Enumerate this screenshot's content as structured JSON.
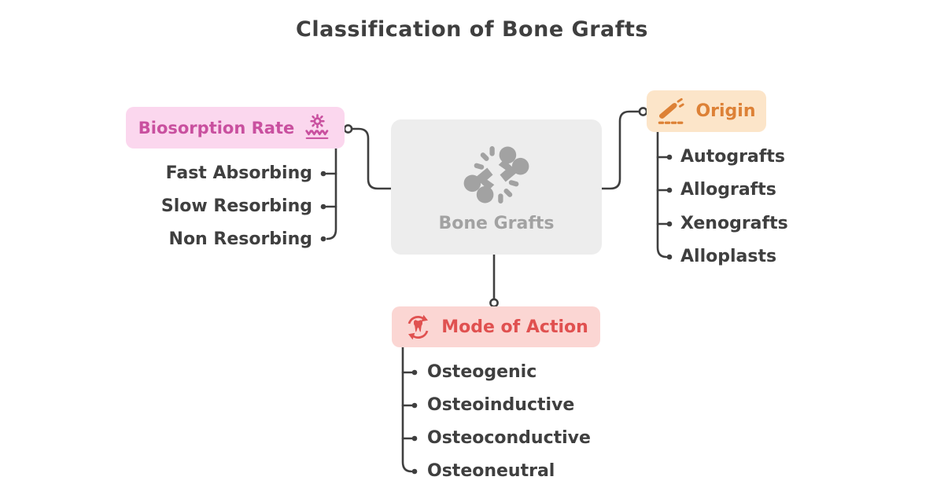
{
  "title": "Classification of Bone Grafts",
  "colors": {
    "text_dark": "#3f3f3f",
    "line": "#3f3f3f",
    "center_bg": "#ededed",
    "center_text": "#a2a2a2"
  },
  "center": {
    "label": "Bone Grafts",
    "icon": "bone-break-icon"
  },
  "branches": [
    {
      "label": "Biosorption Rate",
      "icon": "sun-absorption-icon",
      "bg": "#fbd7ee",
      "text": "#c9509f",
      "children": [
        "Fast Absorbing",
        "Slow Resorbing",
        "Non Resorbing"
      ]
    },
    {
      "label": "Origin",
      "icon": "scalpel-incision-icon",
      "bg": "#fce5c9",
      "text": "#dd8136",
      "children": [
        "Autografts",
        "Allografts",
        "Xenografts",
        "Alloplasts"
      ]
    },
    {
      "label": "Mode of Action",
      "icon": "tooth-rotation-icon",
      "bg": "#fbd6d3",
      "text": "#e05150",
      "children": [
        "Osteogenic",
        "Osteoinductive",
        "Osteoconductive",
        "Osteoneutral"
      ]
    }
  ]
}
